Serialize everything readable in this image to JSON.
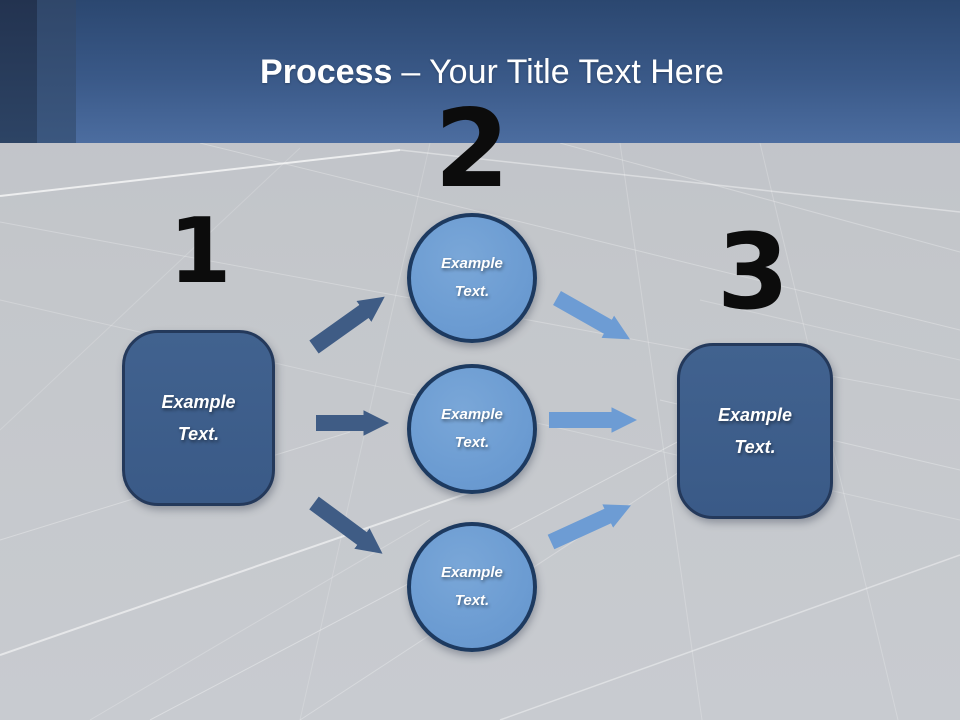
{
  "title": {
    "bold": "Process",
    "rest": "– Your Title Text Here"
  },
  "steps": [
    {
      "number": "1",
      "shape": "rounded-rectangle",
      "label": "Example Text."
    },
    {
      "number": "2",
      "shape": "circle-group",
      "labels": [
        "Example Text.",
        "Example Text.",
        "Example Text."
      ]
    },
    {
      "number": "3",
      "shape": "rounded-rectangle",
      "label": "Example Text."
    }
  ],
  "colors": {
    "header_gradient_top": "#2b4770",
    "header_gradient_bottom": "#4c6da0",
    "accent_strip_dark": "#233350",
    "accent_strip_medium": "#30476a",
    "background_gray": "#c4c7cb",
    "box_fill": "#3d5e8c",
    "box_border": "#24395b",
    "circle_fill": "#6c9cd2",
    "circle_border": "#1d3a60",
    "arrow_dark": "#3f5c85",
    "arrow_light": "#6d9cd4",
    "number_color": "#0c0c0c",
    "title_color": "#ffffff"
  }
}
